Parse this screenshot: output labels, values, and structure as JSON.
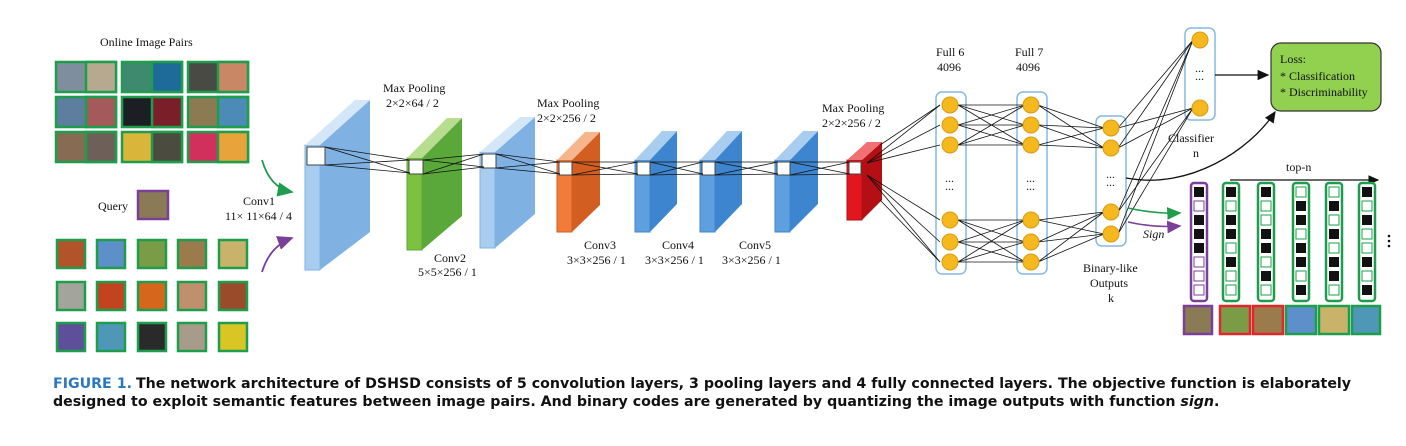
{
  "labels": {
    "online_pairs": "Online Image Pairs",
    "query": "Query",
    "conv1": "Conv1",
    "conv1_spec": "11× 11×64 / 4",
    "pool1": "Max Pooling",
    "pool1_spec": "2×2×64 / 2",
    "conv2": "Conv2",
    "conv2_spec": "5×5×256 / 1",
    "pool2": "Max Pooling",
    "pool2_spec": "2×2×256 / 2",
    "conv3": "Conv3",
    "conv3_spec": "3×3×256 / 1",
    "conv4": "Conv4",
    "conv4_spec": "3×3×256 / 1",
    "conv5": "Conv5",
    "conv5_spec": "3×3×256 / 1",
    "pool3": "Max Pooling",
    "pool3_spec": "2×2×256 / 2",
    "full6": "Full 6",
    "full6_size": "4096",
    "full7": "Full 7",
    "full7_size": "4096",
    "binary1": "Binary-like",
    "binary2": "Outputs",
    "binary3": "k",
    "classifier": "Classifier",
    "classifier_n": "n",
    "loss_title": "Loss:",
    "loss_item1": "* Classification",
    "loss_item2": "* Discriminability",
    "top_n": "top-n",
    "sign": "Sign",
    "dots": "..."
  },
  "caption": {
    "figure_label": "FIGURE 1.",
    "text_before_sign": "The network architecture of DSHSD consists of 5 convolution layers, 3 pooling layers and 4 fully connected layers. The objective function is elaborately designed to exploit semantic features between image pairs. And binary codes are generated by quantizing the image outputs with function ",
    "sign_word": "sign",
    "text_after_sign": "."
  },
  "colors": {
    "layer_blue_light": "#a9cdef",
    "layer_blue": "#5e9fe0",
    "layer_green": "#7dc142",
    "layer_orange": "#f07b3a",
    "layer_red": "#e3161e",
    "node_fill": "#f5b81f",
    "node_stroke": "#d79a12",
    "fc_box_stroke": "#86b9e4",
    "loss_fill": "#92d050",
    "pair_border_green": "#1e9e4c",
    "pair_border_purple": "#7a3f98",
    "code_border_red": "#e3262c",
    "caption_accent": "#2a78c2"
  }
}
